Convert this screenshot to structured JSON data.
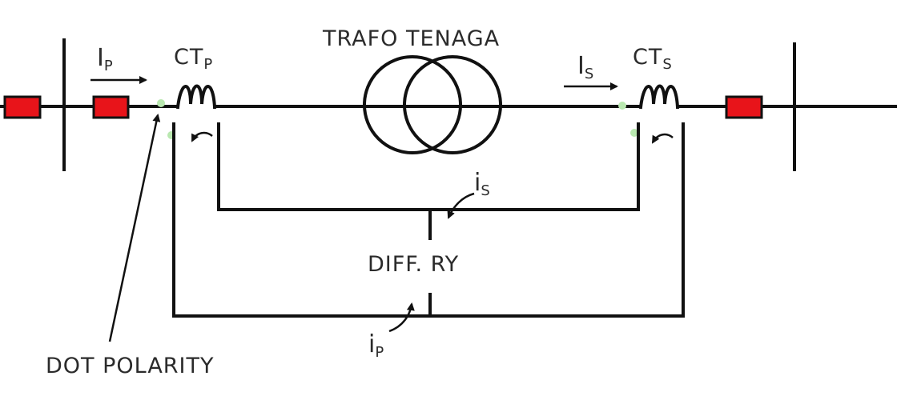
{
  "labels": {
    "ip_main": "I",
    "ip_main_sub": "P",
    "ctp": "CT",
    "ctp_sub": "P",
    "transformer": "TRAFO TENAGA",
    "is_main": "I",
    "is_main_sub": "S",
    "cts": "CT",
    "cts_sub": "S",
    "is_secondary": "i",
    "is_secondary_sub": "S",
    "relay": "DIFF. RY",
    "dot_polarity": "DOT POLARITY",
    "ip_secondary": "i",
    "ip_secondary_sub": "P"
  },
  "colors": {
    "breaker": "#e8141a",
    "line": "#111111",
    "text": "#2b2b2b",
    "polarity_dot": "#b9e8b0"
  }
}
